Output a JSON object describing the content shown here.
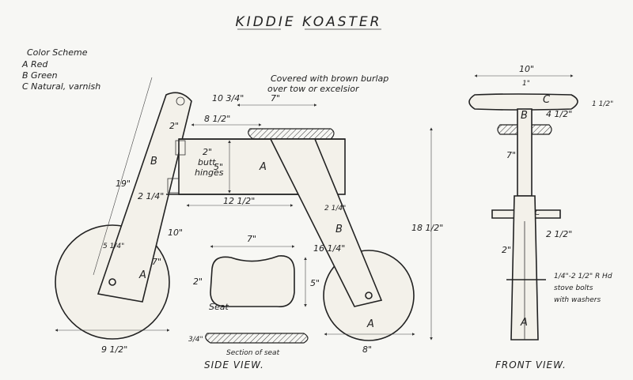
{
  "title": "KIDDIE  KOASTER",
  "color_scheme": {
    "heading": "Color Scheme",
    "items": [
      "A  Red",
      "B  Green",
      "C  Natural, varnish"
    ]
  },
  "notes": {
    "burlap_1": "Covered with brown burlap",
    "burlap_2": "over tow or excelsior",
    "hinges_1": "2\"",
    "hinges_2": "butt",
    "hinges_3": "hinges",
    "bolts_1": "1/4\"-2 1/2\" R Hd",
    "bolts_2": "stove bolts",
    "bolts_3": "with washers"
  },
  "views": {
    "side": "SIDE VIEW.",
    "front": "FRONT VIEW.",
    "seat": "Seat",
    "section": "Section of seat"
  },
  "part_letters": {
    "a_frame": "A",
    "b_post": "B",
    "a_wheel_rear": "A",
    "b_fork": "B",
    "a_wheel_front": "A",
    "c_bar": "C",
    "b_front": "B",
    "a_front": "A",
    "c_handle": "C"
  },
  "dimensions": {
    "d_10_3_4": "10 3/4\"",
    "d_7_top": "7\"",
    "d_8_1_2": "8 1/2\"",
    "d_2_top": "2\"",
    "d_5": "5\"",
    "d_12_1_2": "12 1/2\"",
    "d_19": "19\"",
    "d_2_1_4_left": "2 1/4\"",
    "d_10_left": "10\"",
    "d_7_left": "7\"",
    "d_5_1_4": "5 1/4\"",
    "d_9_1_2": "9 1/2\"",
    "d_16_1_4": "16 1/4\"",
    "d_18_1_2": "18 1/2\"",
    "d_8": "8\"",
    "d_2_1_4_right": "2 1/4\"",
    "d_seat_7": "7\"",
    "d_seat_2": "2\"",
    "d_seat_5": "5\"",
    "d_3_4": "3/4\"",
    "d_front_10": "10\"",
    "d_front_1": "1\"",
    "d_4_1_2": "4 1/2\"",
    "d_front_7": "7\"",
    "d_front_2_1_2": "2 1/2\"",
    "d_front_2": "2\"",
    "d_front_1_1_2": "1 1/2\""
  }
}
